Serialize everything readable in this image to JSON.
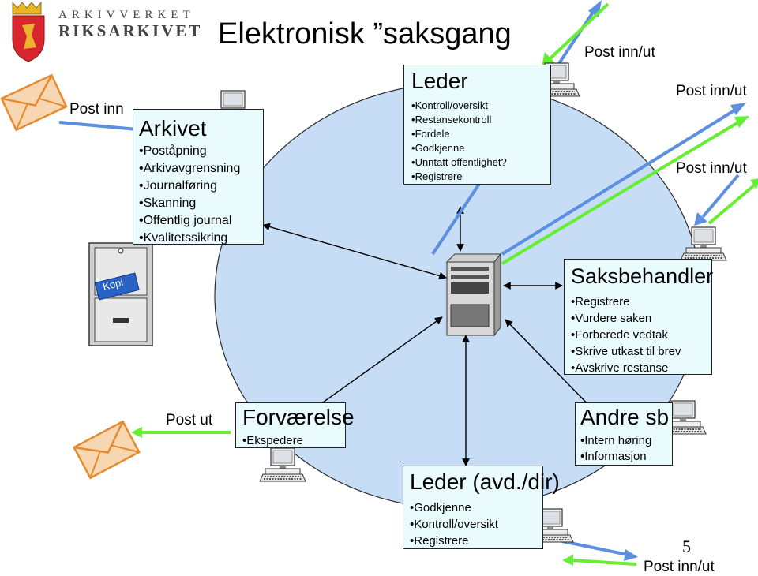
{
  "org": {
    "line1": "ARKIVVERKET",
    "line2": "RIKSARKIVET"
  },
  "title": "Elektronisk ”saksgang",
  "labels": {
    "post_inn": "Post inn",
    "post_ut": "Post ut",
    "post_inn_ut_top": "Post inn/ut",
    "post_inn_ut_right1": "Post inn/ut",
    "post_inn_ut_right2": "Post inn/ut",
    "post_inn_ut_bottom": "Post inn/ut",
    "kopi": "Kopi",
    "page_number": "5"
  },
  "arkivet": {
    "title": "Arkivet",
    "items": [
      "Poståpning",
      "Arkivavgrensning",
      "Journalføring",
      "Skanning",
      "Offentlig journal",
      "Kvalitetssikring"
    ]
  },
  "leder": {
    "title": "Leder",
    "items": [
      "Kontroll/oversikt",
      "Restansekontroll",
      "Fordele",
      "Godkjenne",
      "Unntatt offentlighet?",
      "Registrere"
    ]
  },
  "saksbehandler": {
    "title": "Saksbehandler",
    "items": [
      "Registrere",
      "Vurdere saken",
      "Forberede vedtak",
      "Skrive utkast til brev",
      "Avskrive restanse"
    ]
  },
  "forvaerelse": {
    "title": "Forværelse",
    "items": [
      "Ekspedere"
    ]
  },
  "andre_sb": {
    "title": "Andre sb",
    "items": [
      "Intern høring",
      "Informasjon"
    ]
  },
  "leder_avd": {
    "title": "Leder (avd./dir)",
    "items": [
      "Godkjenne",
      "Kontroll/oversikt",
      "Registrere"
    ]
  },
  "colors": {
    "ellipse": "#c6ddf5",
    "box": "#e9fbfd",
    "blue_arrow": "#5b8fe0",
    "green_arrow": "#66ee33",
    "crest_red": "#d7262e",
    "envelope": "#f7d7b2",
    "envelope_stroke": "#e58a2e"
  },
  "icons": [
    "norway-crest-icon",
    "computer-workstation-icon",
    "server-tower-icon",
    "envelope-icon",
    "filing-cabinet-icon"
  ]
}
